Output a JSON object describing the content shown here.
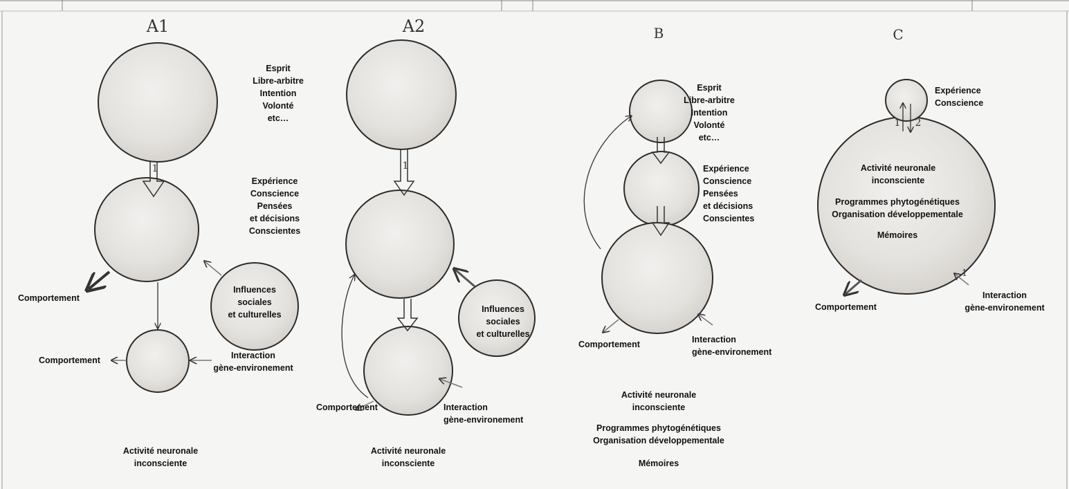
{
  "colors": {
    "background": "#f5f5f3",
    "bubble_fill": "#e6e4e0",
    "ink": "#2b2b2b"
  },
  "panels": {
    "A1": {
      "title": "A1",
      "top_label": [
        "Esprit",
        "Libre-arbitre",
        "Intention",
        "Volonté",
        "etc…"
      ],
      "middle_label": [
        "Expérience",
        "Conscience",
        "Pensées",
        "et décisions",
        "Conscientes"
      ],
      "arrow_number": "1",
      "influences_label": [
        "Influences",
        "sociales",
        "et culturelles"
      ],
      "behavior_middle": "Comportement",
      "behavior_bottom": "Comportement",
      "interaction": [
        "Interaction",
        "gène-environement"
      ],
      "bottom_label": [
        "Activité neuronale",
        "inconsciente"
      ]
    },
    "A2": {
      "title": "A2",
      "arrow_number": "1",
      "influences_label": [
        "Influences",
        "sociales",
        "et culturelles"
      ],
      "behavior": "Comportement",
      "interaction": [
        "Interaction",
        "gène-environement"
      ],
      "bottom_label": [
        "Activité neuronale",
        "inconsciente"
      ]
    },
    "B": {
      "title": "B",
      "top_label": [
        "Esprit",
        "Libre-arbitre",
        "Intention",
        "Volonté",
        "etc…"
      ],
      "middle_label": [
        "Expérience",
        "Conscience",
        "Pensées",
        "et décisions",
        "Conscientes"
      ],
      "behavior": "Comportement",
      "interaction": [
        "Interaction",
        "gène-environement"
      ],
      "bottom_label": [
        "Activité neuronale",
        "inconsciente"
      ],
      "programs_label": [
        "Programmes phytogénétiques",
        "Organisation développementale"
      ],
      "memory_label": "Mémoires"
    },
    "C": {
      "title": "C",
      "top_label": [
        "Expérience",
        "Conscience"
      ],
      "arrow_up": "1",
      "arrow_down": "2",
      "arrow_input": "1",
      "inner_label": [
        "Activité neuronale",
        "inconsciente"
      ],
      "programs_label": [
        "Programmes phytogénétiques",
        "Organisation développementale"
      ],
      "memory_label": "Mémoires",
      "behavior": "Comportement",
      "interaction": [
        "Interaction",
        "gène-environement"
      ]
    }
  }
}
